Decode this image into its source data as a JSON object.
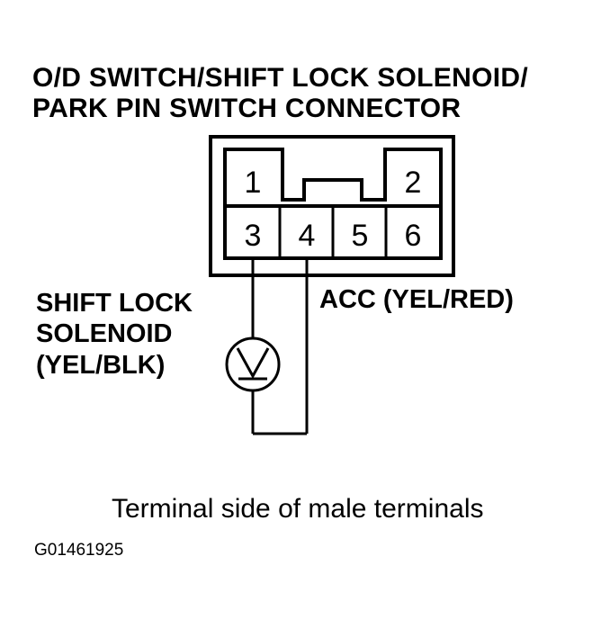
{
  "title": {
    "line1": "O/D SWITCH/SHIFT LOCK SOLENOID/",
    "line2": "PARK PIN SWITCH CONNECTOR"
  },
  "connector": {
    "pins_top": [
      "1",
      "2"
    ],
    "pins_bottom": [
      "3",
      "4",
      "5",
      "6"
    ]
  },
  "labels": {
    "solenoid_line1": "SHIFT LOCK",
    "solenoid_line2": "SOLENOID",
    "solenoid_line3": "(YEL/BLK)",
    "acc": "ACC (YEL/RED)"
  },
  "meter_icon": "voltmeter-icon",
  "caption": "Terminal side of male terminals",
  "figure_id": "G01461925"
}
